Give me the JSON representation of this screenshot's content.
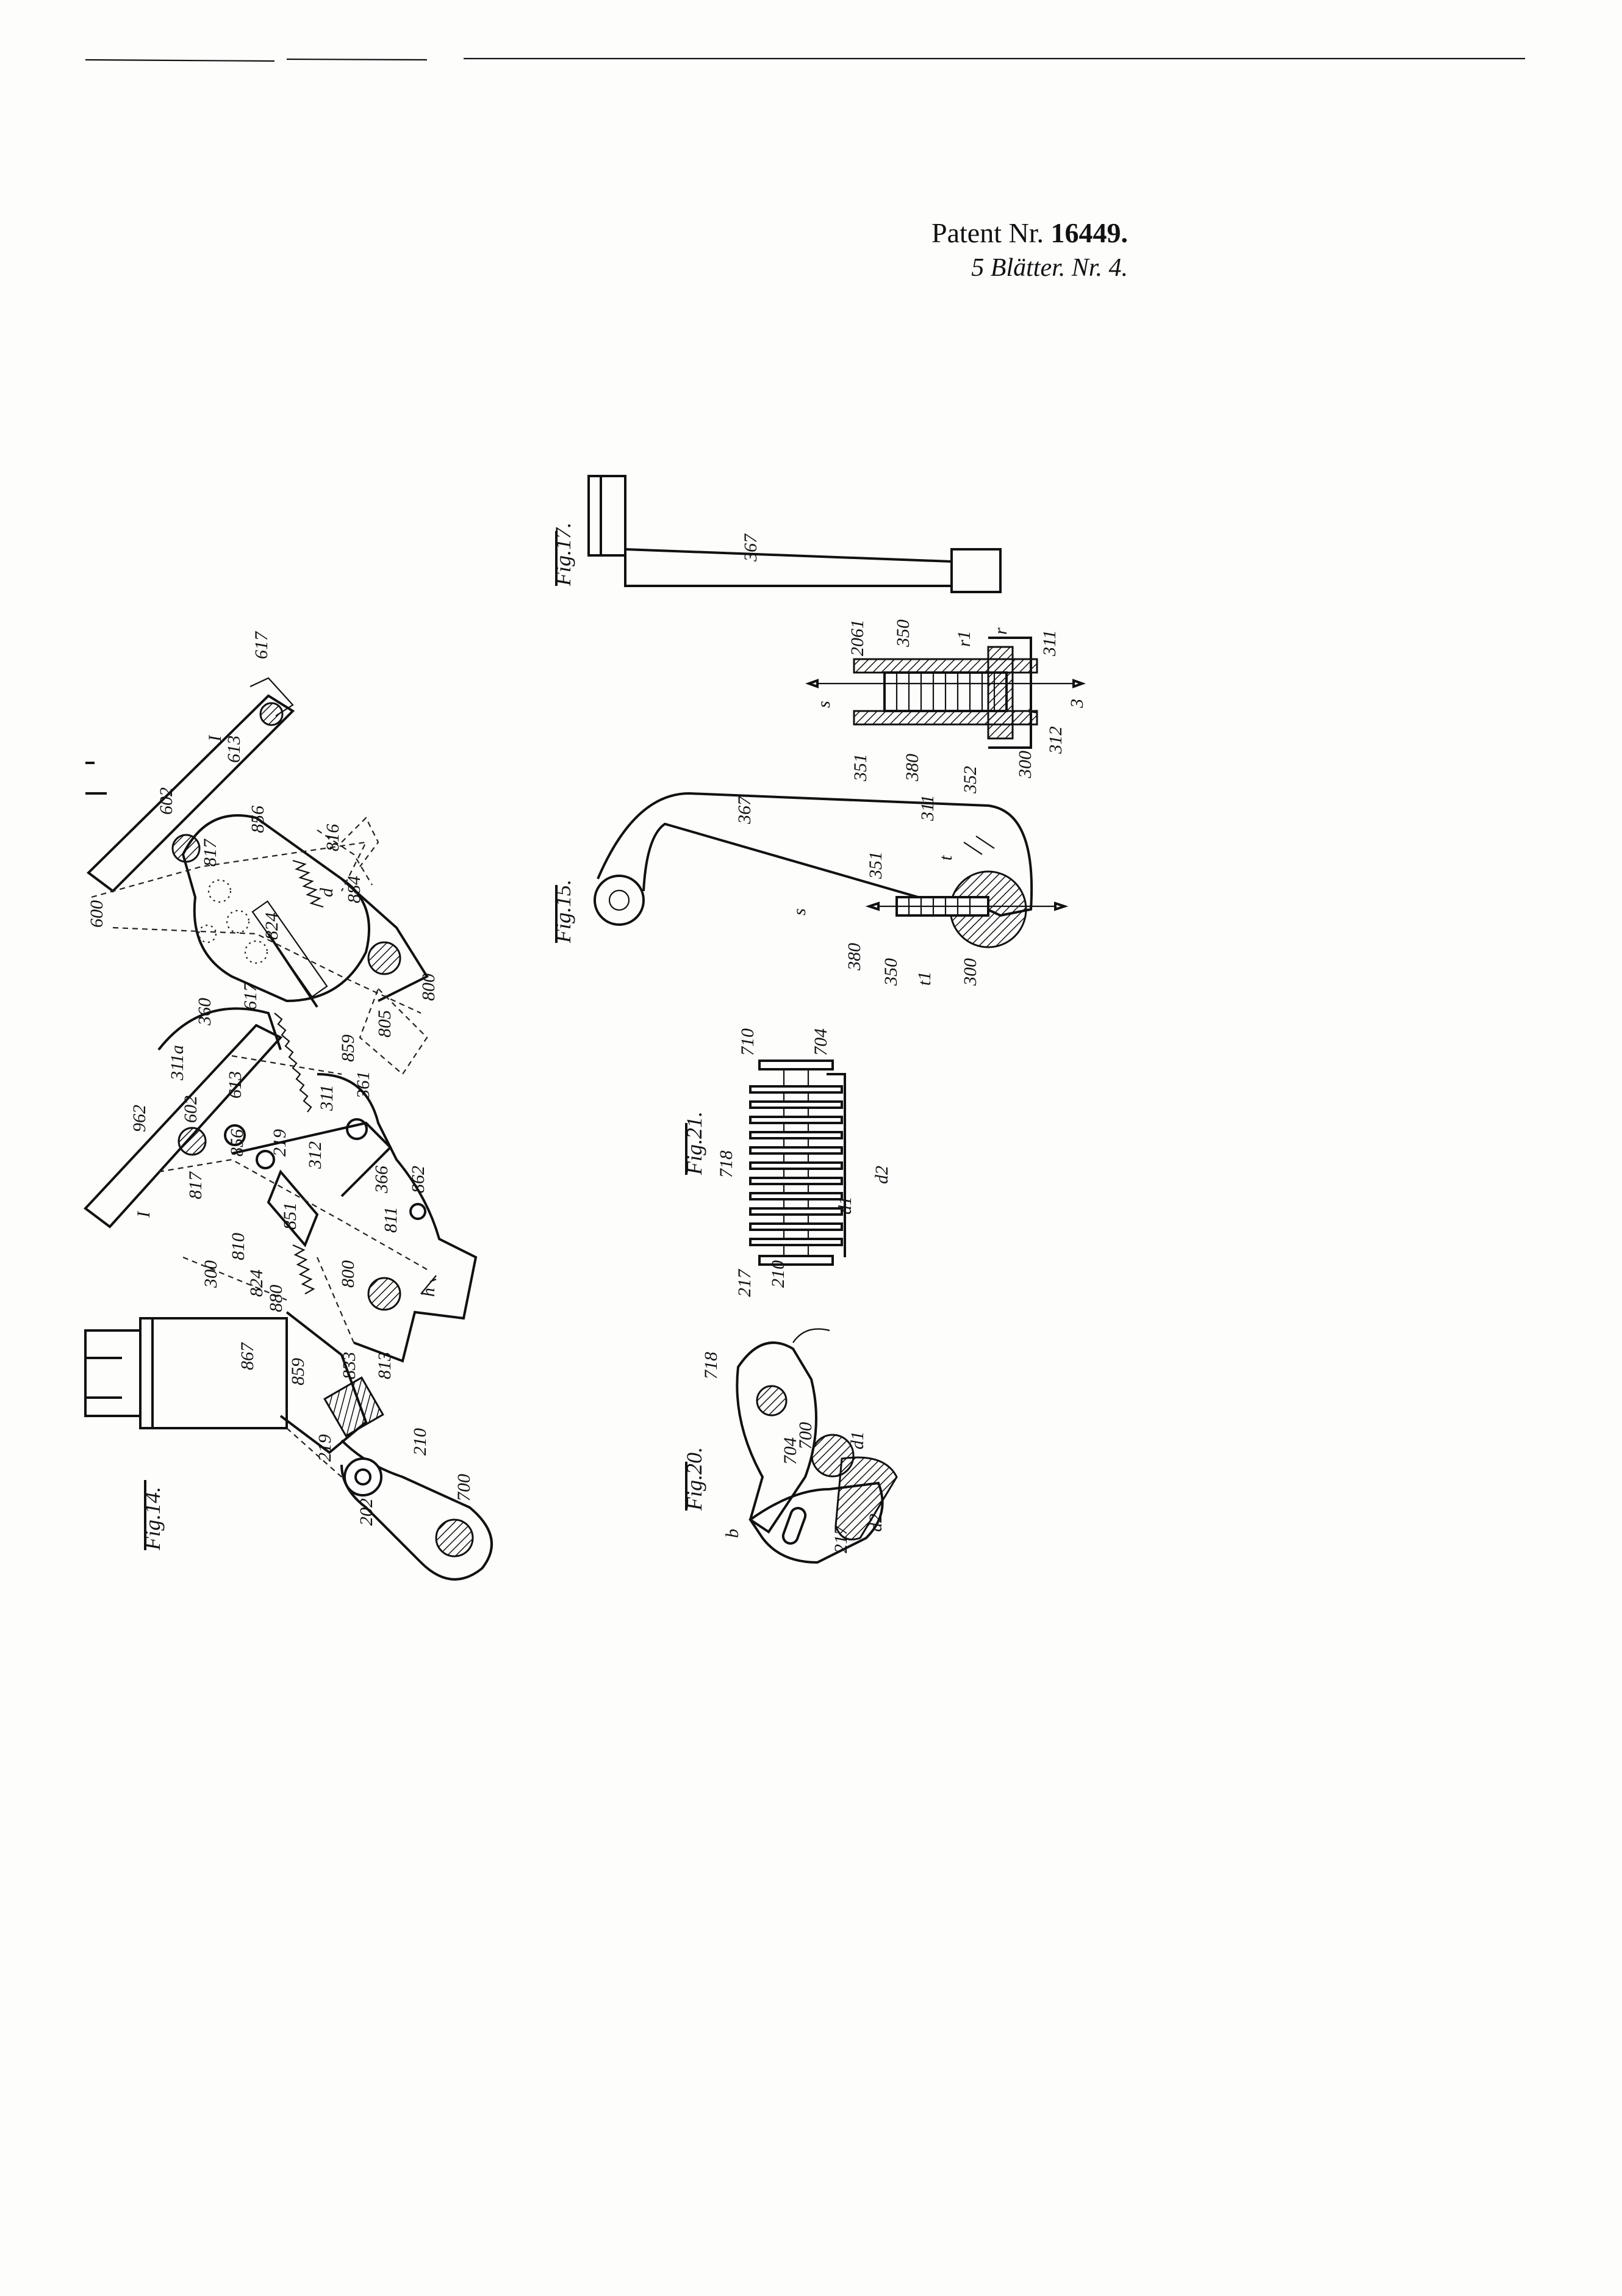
{
  "header": {
    "patent_prefix": "Patent Nr.",
    "patent_number": "16449.",
    "sheets": "5 Blätter. Nr. 4."
  },
  "figures": {
    "fig14": {
      "title": "Fig.14.",
      "labels": [
        "617",
        "602",
        "613",
        "I",
        "600",
        "856",
        "817",
        "816",
        "d",
        "884",
        "800",
        "824",
        "805",
        "617",
        "360",
        "311a",
        "859",
        "962",
        "602",
        "613",
        "311",
        "361",
        "856",
        "219",
        "312",
        "366",
        "862",
        "817",
        "I",
        "851",
        "811",
        "300",
        "810",
        "824",
        "880",
        "800",
        "h",
        "867",
        "859",
        "833",
        "813",
        "219",
        "202",
        "210",
        "700"
      ]
    },
    "fig15": {
      "title": "Fig.15.",
      "labels": [
        "367",
        "311",
        "351",
        "s",
        "t",
        "380",
        "350",
        "t1",
        "300"
      ]
    },
    "fig17": {
      "title": "Fig.17.",
      "labels": [
        "367",
        "2061",
        "350",
        "r1",
        "r",
        "311",
        "s",
        "351",
        "380",
        "352",
        "300",
        "t",
        "312",
        "3"
      ]
    },
    "fig20": {
      "title": "Fig.20.",
      "labels": [
        "718",
        "704",
        "700",
        "d1",
        "b",
        "217",
        "d2"
      ]
    },
    "fig21": {
      "title": "Fig.21.",
      "labels": [
        "710",
        "704",
        "718",
        "d2",
        "d1",
        "210",
        "217"
      ]
    }
  }
}
